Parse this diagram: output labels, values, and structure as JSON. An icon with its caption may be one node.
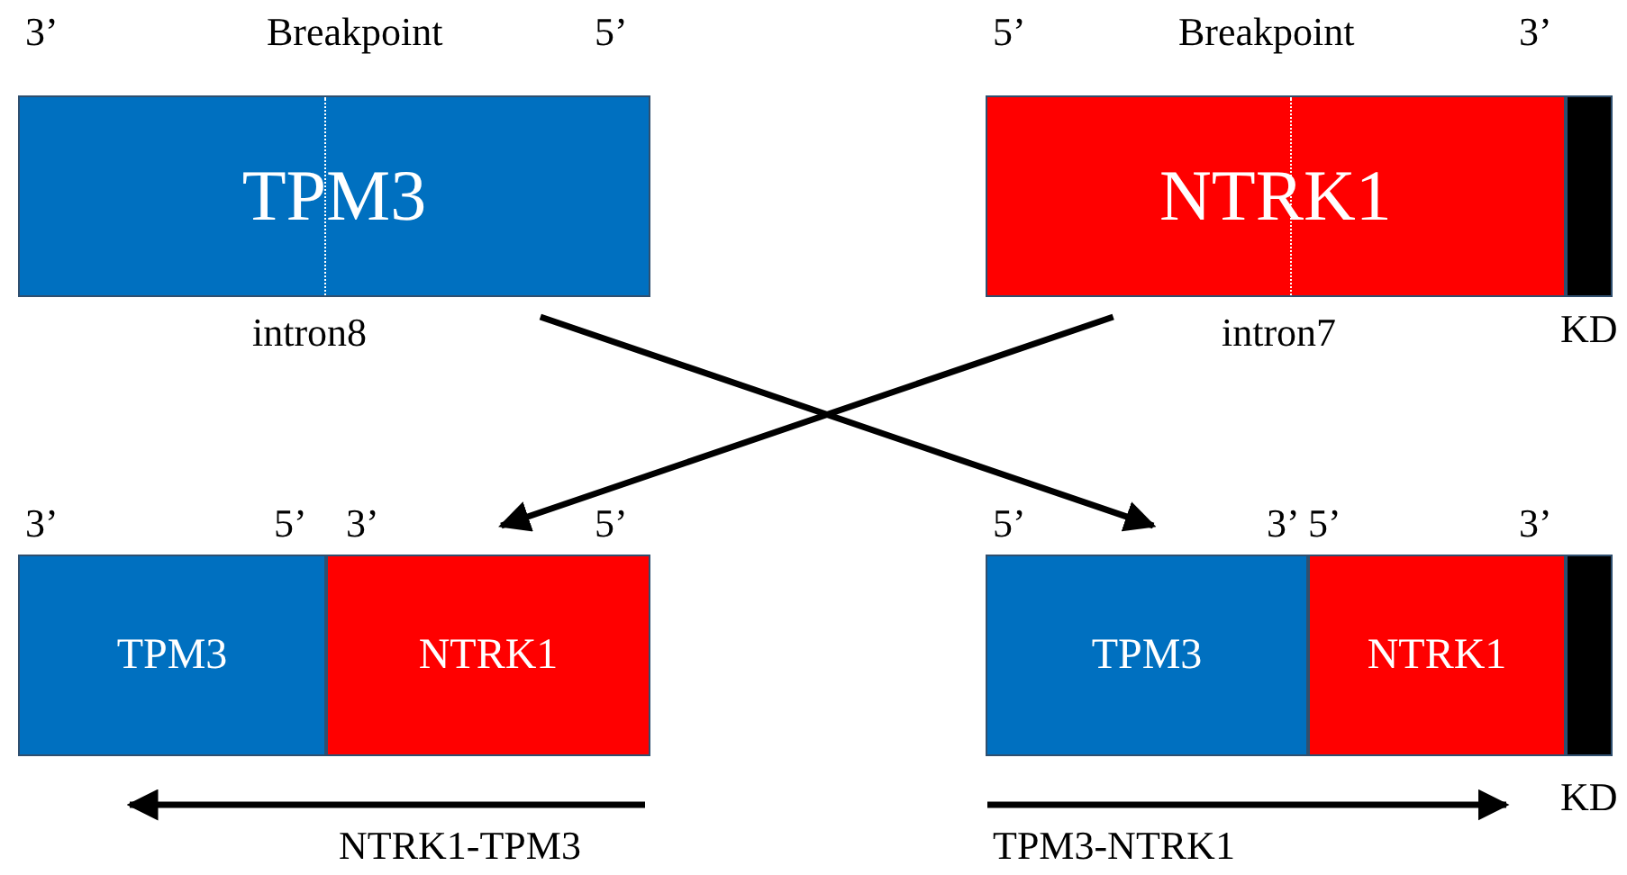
{
  "diagram": {
    "nodes": [
      {
        "text": [
          "TPM3"
        ],
        "beside": [
          "intron8"
        ]
      },
      {
        "text": [
          "NTRK1"
        ],
        "beside": [
          "intron7"
        ]
      },
      {
        "text": [],
        "shape": "bar",
        "beside": [
          "KD"
        ]
      },
      {
        "text": [
          "TPM3"
        ]
      },
      {
        "text": [
          "NTRK1"
        ]
      },
      {
        "text": [
          "TPM3"
        ]
      },
      {
        "text": [
          "NTRK1"
        ]
      },
      {
        "text": [],
        "shape": "bar",
        "beside": [
          "KD"
        ]
      }
    ],
    "edges": [
      {
        "from": 0,
        "to": 5,
        "arrow": "to"
      },
      {
        "from": 1,
        "to": 4,
        "arrow": "to"
      }
    ],
    "labels": [
      "3’",
      "Breakpoint",
      "5’",
      "5’",
      "Breakpoint",
      "3’",
      "3’",
      "5’",
      "3’",
      "5’",
      "5’",
      "3’",
      "5’",
      "3’",
      "NTRK1-TPM3",
      "TPM3-NTRK1"
    ]
  }
}
